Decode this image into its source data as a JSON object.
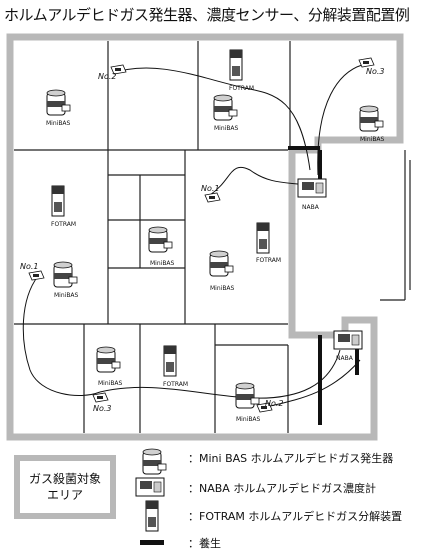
{
  "title": "ホルムアルデヒドガス発生器、濃度センサー、分解装置配置例",
  "labels": {
    "no2": "No.2",
    "no3_top": "No.3",
    "no1_center": "No.1",
    "no1_left": "No.1",
    "no3_bottom": "No.3",
    "no2_bottom": "No.2"
  },
  "devices": {
    "minibas": "MiniBAS",
    "fotram": "FOTRAM",
    "naba": "NABA"
  },
  "legend": {
    "area_label": "ガス殺菌対象\nエリア",
    "items": [
      {
        "icon": "minibas-icon",
        "text": "：Mini BAS  ホルムアルデヒドガス発生器"
      },
      {
        "icon": "naba-icon",
        "text": "：NABA     ホルムアルデヒドガス濃度計"
      },
      {
        "icon": "fotram-icon",
        "text": "：FOTRAM   ホルムアルデヒドガス分解装置"
      },
      {
        "icon": "curing-tape-icon",
        "text": "：養生"
      }
    ]
  },
  "colors": {
    "area": "#b8b8b8",
    "line": "#111111"
  }
}
